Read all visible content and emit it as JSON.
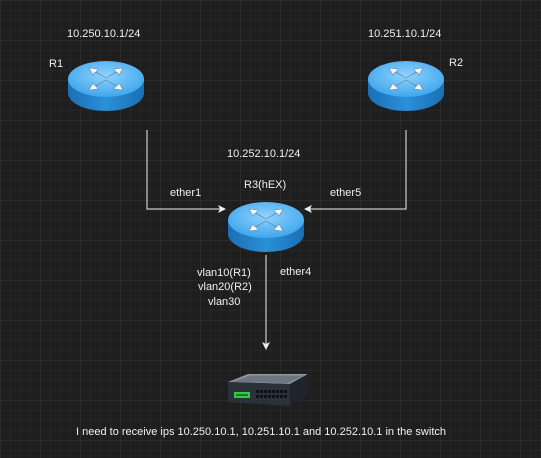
{
  "nodes": {
    "r1": {
      "name": "R1",
      "ip": "10.250.10.1/24",
      "icon": "router-icon"
    },
    "r2": {
      "name": "R2",
      "ip": "10.251.10.1/24",
      "icon": "router-icon"
    },
    "r3": {
      "name": "R3(hEX)",
      "ip": "10.252.10.1/24",
      "icon": "router-icon"
    },
    "switch": {
      "icon": "network-switch-icon"
    }
  },
  "interfaces": {
    "ether1": "ether1",
    "ether5": "ether5",
    "ether4": "ether4",
    "vlans": [
      "vlan10(R1)",
      "vlan20(R2)",
      "vlan30"
    ]
  },
  "note": "I need to receive ips 10.250.10.1, 10.251.10.1 and 10.252.10.1 in the switch",
  "colors": {
    "background": "#1e1e1e",
    "connector": "#f0f0f0",
    "router_light": "#4fb3f0",
    "router_dark": "#1f7fc8"
  }
}
